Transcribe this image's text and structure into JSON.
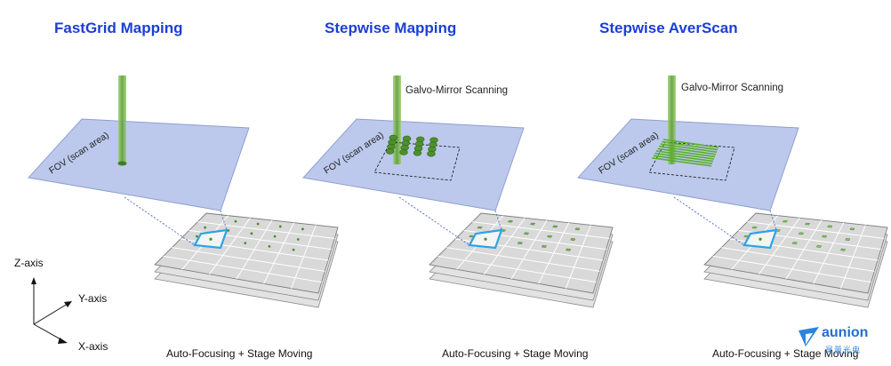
{
  "panels": [
    {
      "title": "FastGrid Mapping",
      "fov_label": "FOV (scan area)",
      "galvo_label": "",
      "caption": "Auto-Focusing + Stage Moving",
      "mode": "point"
    },
    {
      "title": "Stepwise Mapping",
      "fov_label": "FOV (scan area)",
      "galvo_label": "Galvo-Mirror Scanning",
      "caption": "Auto-Focusing + Stage Moving",
      "mode": "dots"
    },
    {
      "title": "Stepwise AverScan",
      "fov_label": "FOV (scan area)",
      "galvo_label": "Galvo-Mirror Scanning",
      "caption": "Auto-Focusing + Stage Moving",
      "mode": "lines"
    }
  ],
  "axes": {
    "z": "Z-axis",
    "y": "Y-axis",
    "x": "X-axis"
  },
  "logo": {
    "word": "aunion",
    "sub": "昊量光电"
  },
  "colors": {
    "title": "#1a3fd6",
    "fov_fill": "#bcc9ec",
    "beam": "#6fae45",
    "grid_fill": "#d9d9d9",
    "highlight": "#2ba3e6",
    "logo": "#1f6fd1"
  }
}
